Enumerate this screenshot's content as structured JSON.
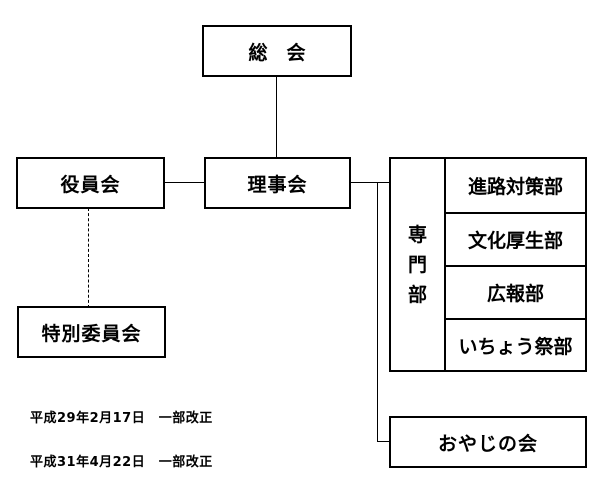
{
  "nodes": {
    "general_assembly": "総　会",
    "officers": "役員会",
    "board": "理事会",
    "special_committee": "特別委員会",
    "oyaji": "おやじの会"
  },
  "department": {
    "label_chars": [
      "専",
      "門",
      "部"
    ],
    "items": [
      "進路対策部",
      "文化厚生部",
      "広報部",
      "いちょう祭部"
    ]
  },
  "notes": [
    "平成29年2月17日　一部改正",
    "平成31年4月22日　一部改正"
  ]
}
